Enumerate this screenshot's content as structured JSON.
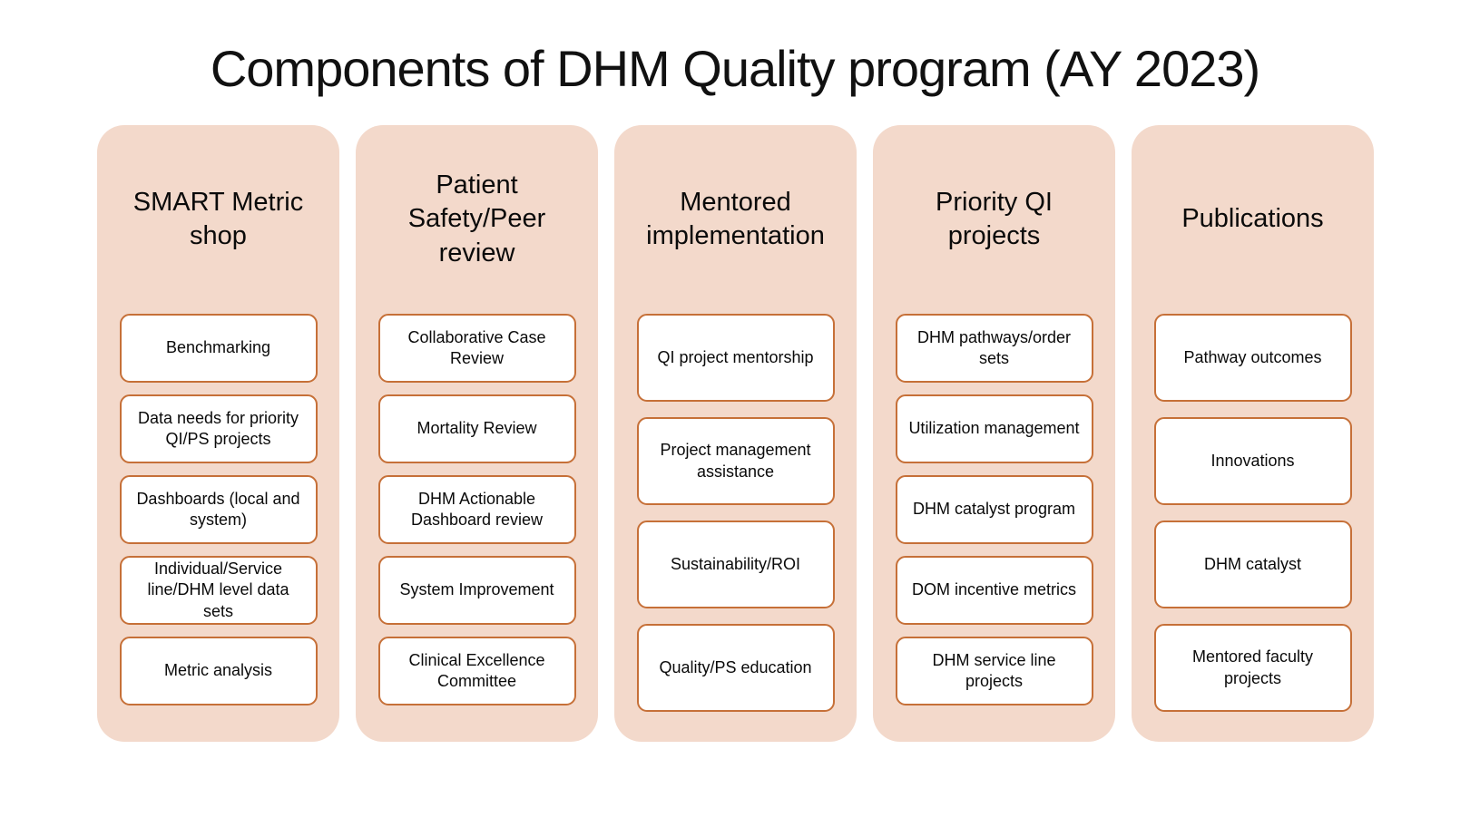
{
  "title": "Components of DHM Quality program (AY 2023)",
  "colors": {
    "column_background": "#F3D9CB",
    "box_border": "#C67038",
    "box_background": "#FFFFFF",
    "text": "#000000"
  },
  "columns": [
    {
      "header": "SMART Metric shop",
      "items": [
        "Benchmarking",
        "Data needs for priority QI/PS projects",
        "Dashboards (local and system)",
        "Individual/Service line/DHM level data sets",
        "Metric analysis"
      ]
    },
    {
      "header": "Patient Safety/Peer review",
      "items": [
        "Collaborative Case Review",
        "Mortality Review",
        "DHM Actionable Dashboard review",
        "System Improvement",
        "Clinical Excellence Committee"
      ]
    },
    {
      "header": "Mentored implementation",
      "items": [
        "QI project mentorship",
        "Project management assistance",
        "Sustainability/ROI",
        "Quality/PS education"
      ]
    },
    {
      "header": "Priority QI projects",
      "items": [
        "DHM pathways/order sets",
        "Utilization management",
        "DHM catalyst program",
        "DOM incentive metrics",
        "DHM service line projects"
      ]
    },
    {
      "header": "Publications",
      "items": [
        "Pathway outcomes",
        "Innovations",
        "DHM catalyst",
        "Mentored faculty projects"
      ]
    }
  ]
}
